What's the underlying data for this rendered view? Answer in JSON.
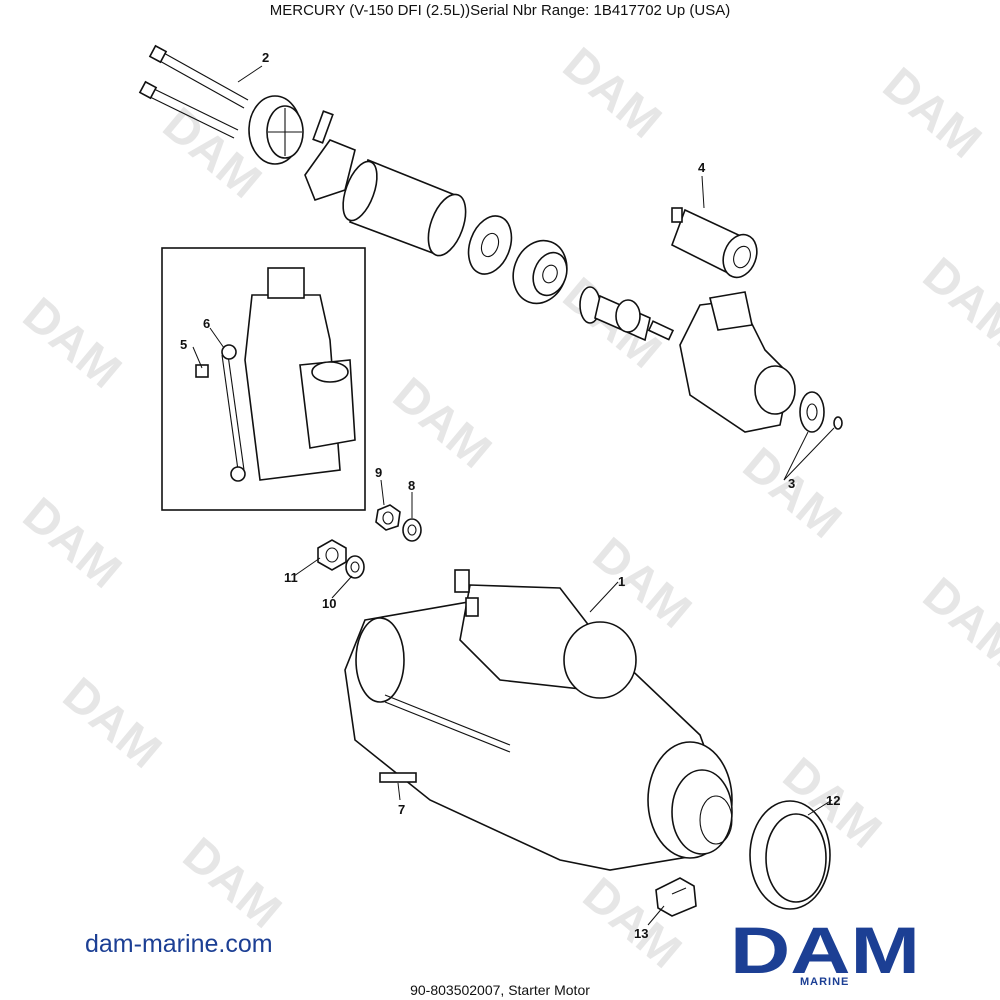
{
  "header": {
    "title": "MERCURY (V-150 DFI (2.5L))Serial Nbr Range: 1B417702  Up (USA)"
  },
  "footer": {
    "caption": "90-803502007, Starter Motor",
    "website": "dam-marine.com"
  },
  "logo": {
    "main_text": "DAM",
    "sub_text": "MARINE",
    "brand_color": "#1c3f94"
  },
  "watermark": {
    "text": "DAM"
  },
  "callouts": {
    "c1": "1",
    "c2": "2",
    "c3": "3",
    "c4": "4",
    "c5": "5",
    "c6": "6",
    "c7": "7",
    "c8": "8",
    "c9": "9",
    "c10": "10",
    "c11": "11",
    "c12": "12",
    "c13": "13"
  }
}
